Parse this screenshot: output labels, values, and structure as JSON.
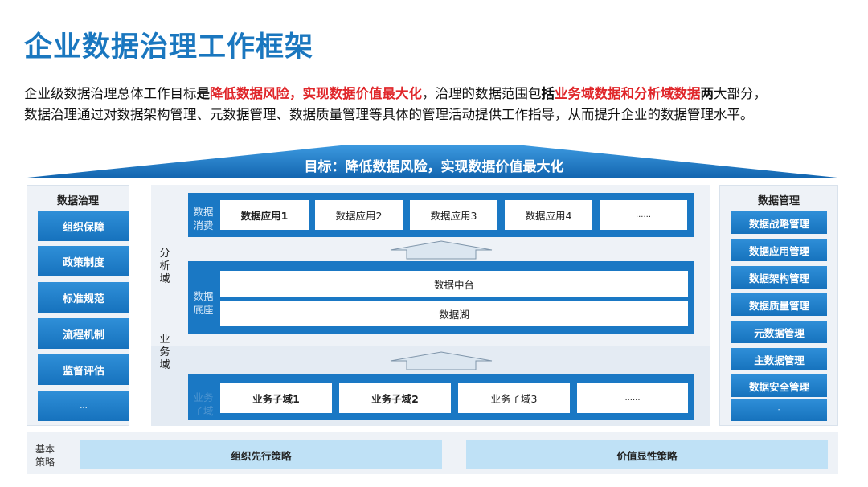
{
  "title": "企业数据治理工作框架",
  "intro": {
    "line1_a": "企业级数据治理总体工作目标",
    "line1_b": "是",
    "line1_goal": "降低数据风险，实现数据价值最大化",
    "line1_c": "，治理的数据范围包",
    "line1_d": "括",
    "line1_scope1": "业务域数据",
    "line1_e": "和",
    "line1_scope2": "分析域数据",
    "line1_f": "两",
    "line1_g": "大部分，",
    "line2": "数据治理通过对数据架构管理、元数据管理、数据质量管理等具体的管理活动提供工作指导，从而提升企业的数据管理水平。"
  },
  "goal": "目标：降低数据风险，实现数据价值最大化",
  "left_panel": {
    "heading": "数据治理",
    "items": [
      "组织保障",
      "政策制度",
      "标准规范",
      "流程机制",
      "监督评估",
      "..."
    ]
  },
  "right_panel": {
    "heading": "数据管理",
    "items": [
      "数据战略管理",
      "数据应用管理",
      "数据架构管理",
      "数据质量管理",
      "元数据管理",
      "主数据管理",
      "数据安全管理",
      "-"
    ]
  },
  "domains": {
    "analysis": "分析域",
    "business": "业务域"
  },
  "consumption": {
    "label": "数据消费",
    "apps": [
      "数据应用1",
      "数据应用2",
      "数据应用3",
      "数据应用4",
      "......"
    ]
  },
  "foundation": {
    "label": "数据底座",
    "rows": [
      "数据中台",
      "数据湖"
    ]
  },
  "business_band": {
    "label": "业务子域",
    "items": [
      "业务子域1",
      "业务子域2",
      "业务子域3",
      "......"
    ]
  },
  "basic": {
    "label": "基本策略",
    "strategies": [
      "组织先行策略",
      "价值显性策略"
    ]
  },
  "colors": {
    "brand_blue": "#1a77bf",
    "highlight_red": "#e0262a",
    "strategy_bg": "#bfe1f6"
  }
}
